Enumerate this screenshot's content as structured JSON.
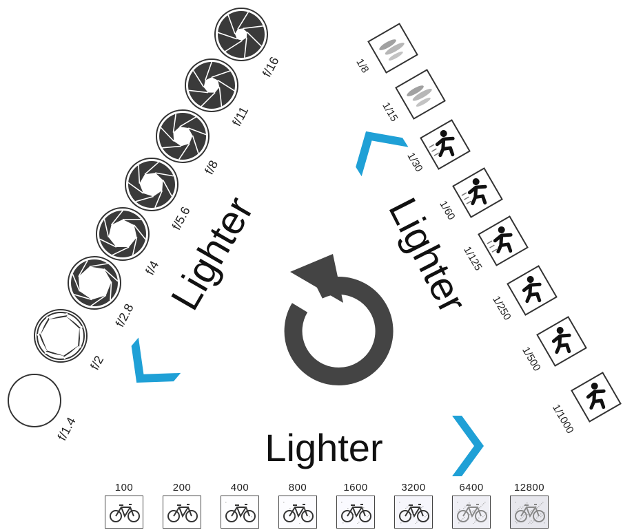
{
  "apertures": [
    {
      "label": "f/1.4",
      "open": 1.0
    },
    {
      "label": "f/2",
      "open": 0.93
    },
    {
      "label": "f/2.8",
      "open": 0.72
    },
    {
      "label": "f/4",
      "open": 0.58
    },
    {
      "label": "f/5.6",
      "open": 0.45
    },
    {
      "label": "f/8",
      "open": 0.33
    },
    {
      "label": "f/11",
      "open": 0.22
    },
    {
      "label": "f/16",
      "open": 0.12
    }
  ],
  "shutter_speeds": [
    {
      "label": "1/8",
      "subject": "blur"
    },
    {
      "label": "1/15",
      "subject": "blur"
    },
    {
      "label": "1/30",
      "subject": "runner"
    },
    {
      "label": "1/60",
      "subject": "runner"
    },
    {
      "label": "1/125",
      "subject": "runner"
    },
    {
      "label": "1/250",
      "subject": "runner"
    },
    {
      "label": "1/500",
      "subject": "runner"
    },
    {
      "label": "1/1000",
      "subject": "runner"
    }
  ],
  "iso_values": [
    {
      "label": "100",
      "noise": 0
    },
    {
      "label": "200",
      "noise": 0
    },
    {
      "label": "400",
      "noise": 0.05
    },
    {
      "label": "800",
      "noise": 0.1
    },
    {
      "label": "1600",
      "noise": 0.18
    },
    {
      "label": "3200",
      "noise": 0.3
    },
    {
      "label": "6400",
      "noise": 0.55
    },
    {
      "label": "12800",
      "noise": 0.8
    }
  ],
  "side_labels": {
    "aperture": "Lighter",
    "shutter": "Lighter",
    "iso": "Lighter"
  },
  "colors": {
    "accent": "#1fa0d6",
    "icon_dark": "#3a3a3a",
    "cycle_arrow": "#444444"
  },
  "icons": {
    "center": "counterclockwise-cycle-arrow-icon",
    "chevrons": "chevron-icon",
    "iso_subject": "bicycle-icon"
  }
}
